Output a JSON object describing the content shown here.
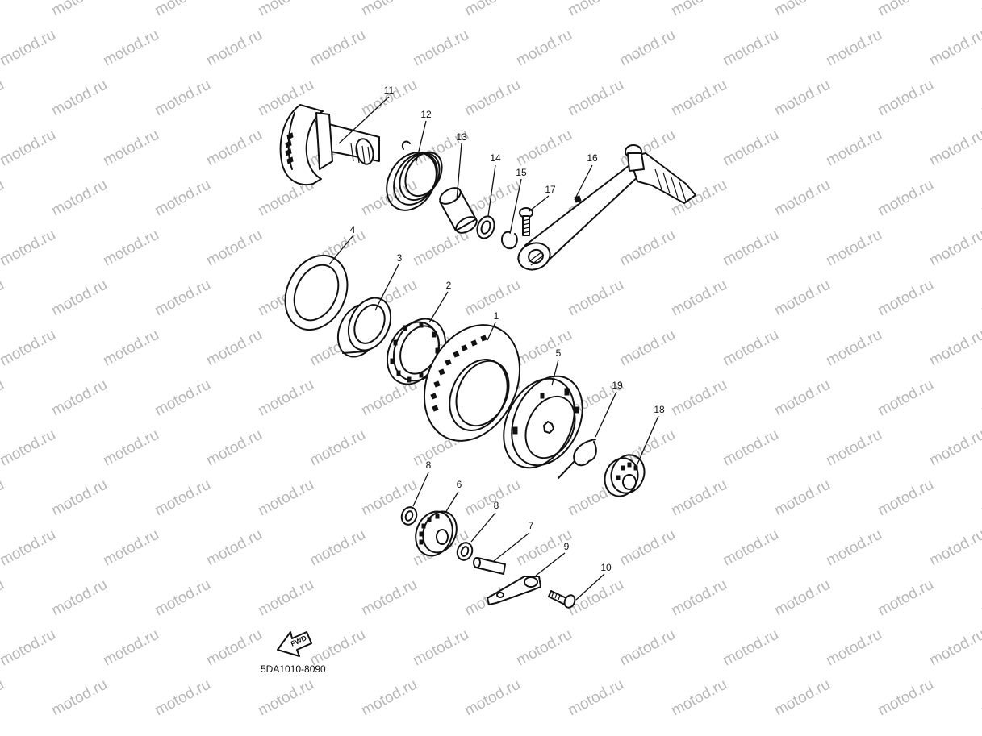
{
  "watermark": {
    "text": "motod.ru",
    "color": "#b8b8b8"
  },
  "labels": {
    "p1": "1",
    "p2": "2",
    "p3": "3",
    "p4": "4",
    "p5": "5",
    "p6": "6",
    "p7": "7",
    "p8a": "8",
    "p8b": "8",
    "p9": "9",
    "p10": "10",
    "p11": "11",
    "p12": "12",
    "p13": "13",
    "p14": "14",
    "p15": "15",
    "p16": "16",
    "p17": "17",
    "p18": "18",
    "p19": "19"
  },
  "direction_arrow": {
    "text": "FWD"
  },
  "diagram_code": "5DA1010-8090"
}
